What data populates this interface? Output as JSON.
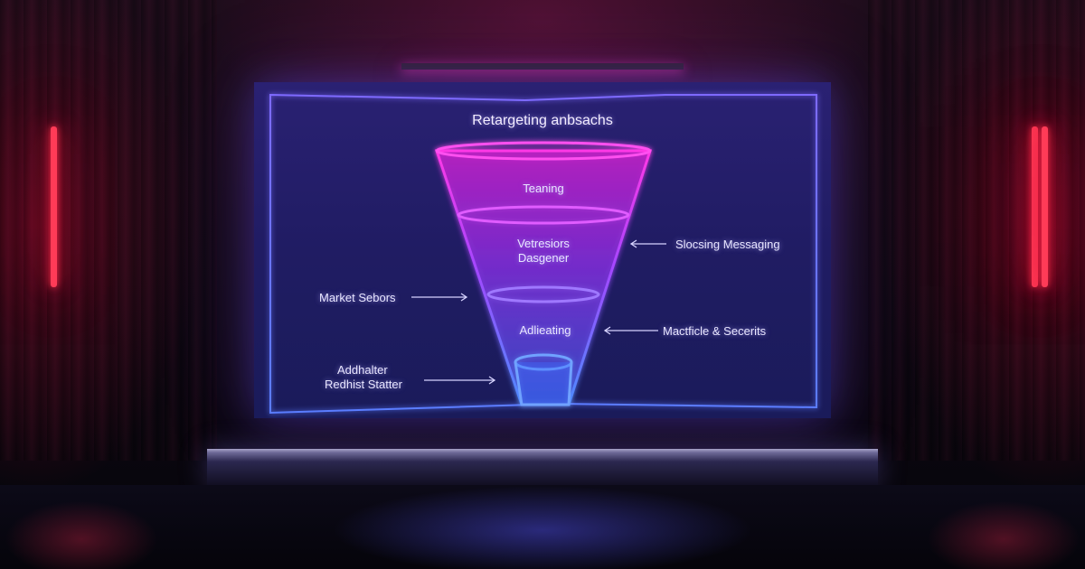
{
  "screen": {
    "title": "Retargeting anbsachs",
    "funnel_stages": [
      {
        "label": "Teaning"
      },
      {
        "label_line1": "Vetresiors",
        "label_line2": "Dasgener"
      },
      {
        "label": "Adlieating"
      }
    ],
    "annotations": {
      "right_1": "Slocsing Messaging",
      "left_1": "Market Sebors",
      "right_2": "Mactficle & Secerits",
      "left_2_line1": "Addhalter",
      "left_2_line2": "Redhist Statter"
    }
  },
  "colors": {
    "neon_magenta": "#ff3bf2",
    "neon_violet": "#b24dff",
    "neon_blue": "#4f8bff",
    "wall_red": "#ff3b57"
  }
}
